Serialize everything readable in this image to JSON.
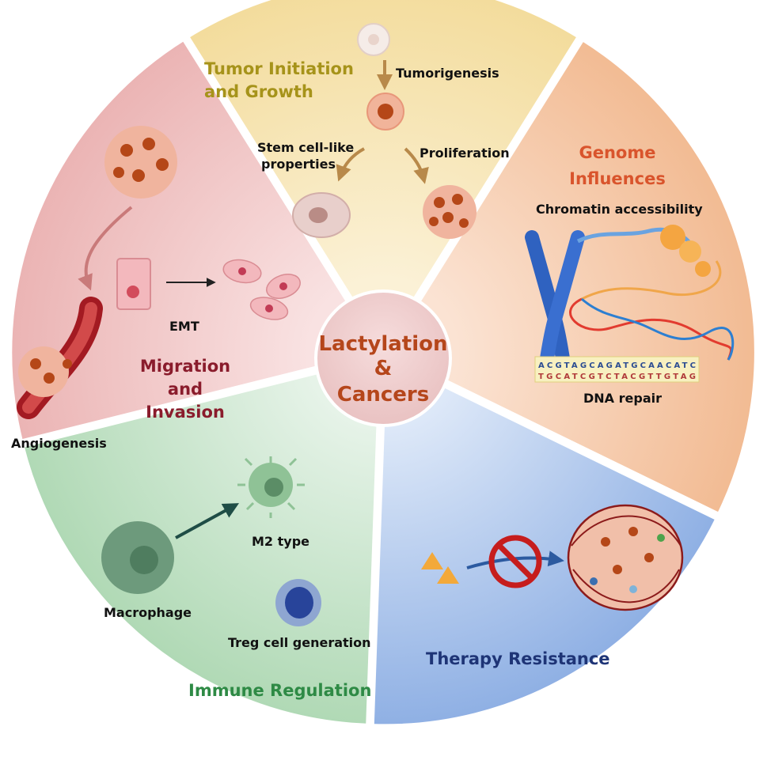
{
  "center": {
    "line1": "Lactylation",
    "line2": "&",
    "line3": "Cancers",
    "color": "#b5461b"
  },
  "segments": {
    "tumor": {
      "title_line1": "Tumor Initiation",
      "title_line2": "and Growth",
      "title_color": "#a6931a",
      "fill": "#f6e3b0",
      "labels": {
        "tumorigenesis": "Tumorigenesis",
        "stem_line1": "Stem cell-like",
        "stem_line2": "properties",
        "proliferation": "Proliferation"
      }
    },
    "genome": {
      "title_line1": "Genome",
      "title_line2": "Influences",
      "title_color": "#d9542c",
      "fill": "#f6cdb0",
      "labels": {
        "chromatin": "Chromatin accessibility",
        "dna_repair": "DNA repair"
      }
    },
    "therapy": {
      "title": "Therapy Resistance",
      "title_color": "#1e3476",
      "fill": "#a8c2ea"
    },
    "immune": {
      "title": "Immune Regulation",
      "title_color": "#2e8a45",
      "fill": "#c4e4c8",
      "labels": {
        "macrophage": "Macrophage",
        "m2": "M2 type",
        "treg": "Treg cell generation"
      }
    },
    "migration": {
      "title_line1": "Migration",
      "title_line2": "and",
      "title_line3": "Invasion",
      "title_color": "#8a1c2c",
      "fill": "#f0c6c6",
      "labels": {
        "emt": "EMT",
        "angiogenesis": "Angiogenesis"
      }
    }
  },
  "dna_bar": {
    "top": "ACGTAGCAGATGCAACATC",
    "bottom": "TGCATCGTCTACGTTGTAG"
  }
}
